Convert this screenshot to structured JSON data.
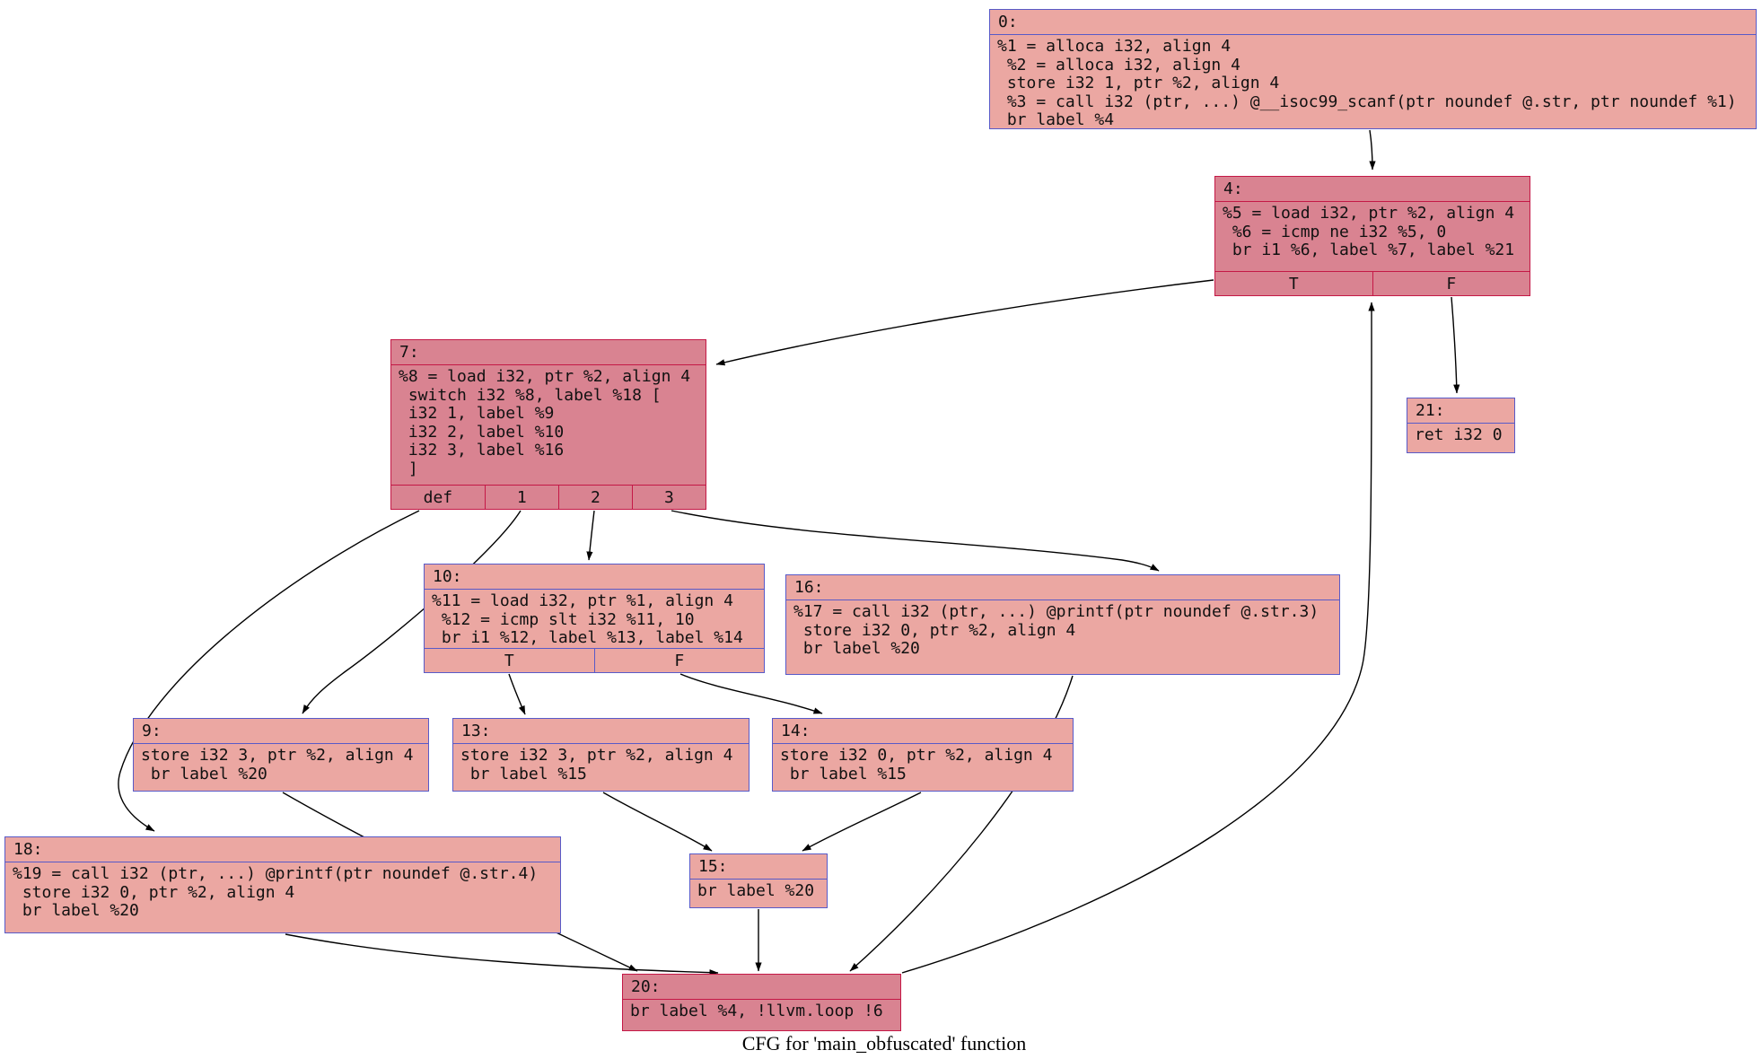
{
  "caption": "CFG for 'main_obfuscated' function",
  "colors": {
    "background": "#ffffff",
    "cold_node_fill": "#eba7a2",
    "cold_node_border": "#585ac8",
    "hot_node_fill": "#d98391",
    "hot_node_border": "#c41846",
    "edge": "#000000",
    "text": "#111111"
  },
  "nodes": {
    "b0": {
      "title": "0:",
      "lines": [
        "%1 = alloca i32, align 4",
        " %2 = alloca i32, align 4",
        " store i32 1, ptr %2, align 4",
        " %3 = call i32 (ptr, ...) @__isoc99_scanf(ptr noundef @.str, ptr noundef %1)",
        " br label %4"
      ]
    },
    "b4": {
      "title": "4:",
      "lines": [
        "%5 = load i32, ptr %2, align 4",
        " %6 = icmp ne i32 %5, 0",
        " br i1 %6, label %7, label %21"
      ],
      "ports": [
        "T",
        "F"
      ]
    },
    "b7": {
      "title": "7:",
      "lines": [
        "%8 = load i32, ptr %2, align 4",
        " switch i32 %8, label %18 [",
        " i32 1, label %9",
        " i32 2, label %10",
        " i32 3, label %16",
        " ]"
      ],
      "ports": [
        "def",
        "1",
        "2",
        "3"
      ]
    },
    "b21": {
      "title": "21:",
      "lines": [
        "ret i32 0"
      ]
    },
    "b10": {
      "title": "10:",
      "lines": [
        "%11 = load i32, ptr %1, align 4",
        " %12 = icmp slt i32 %11, 10",
        " br i1 %12, label %13, label %14"
      ],
      "ports": [
        "T",
        "F"
      ]
    },
    "b16": {
      "title": "16:",
      "lines": [
        "%17 = call i32 (ptr, ...) @printf(ptr noundef @.str.3)",
        " store i32 0, ptr %2, align 4",
        " br label %20"
      ]
    },
    "b9": {
      "title": "9:",
      "lines": [
        "store i32 3, ptr %2, align 4",
        " br label %20"
      ]
    },
    "b13": {
      "title": "13:",
      "lines": [
        "store i32 3, ptr %2, align 4",
        " br label %15"
      ]
    },
    "b14": {
      "title": "14:",
      "lines": [
        "store i32 0, ptr %2, align 4",
        " br label %15"
      ]
    },
    "b18": {
      "title": "18:",
      "lines": [
        "%19 = call i32 (ptr, ...) @printf(ptr noundef @.str.4)",
        " store i32 0, ptr %2, align 4",
        " br label %20"
      ]
    },
    "b15": {
      "title": "15:",
      "lines": [
        "br label %20"
      ]
    },
    "b20": {
      "title": "20:",
      "lines": [
        "br label %4, !llvm.loop !6"
      ]
    }
  },
  "edges": [
    {
      "from": "0",
      "to": "4"
    },
    {
      "from": "4:T",
      "to": "7"
    },
    {
      "from": "4:F",
      "to": "21"
    },
    {
      "from": "7:def",
      "to": "18"
    },
    {
      "from": "7:1",
      "to": "9"
    },
    {
      "from": "7:2",
      "to": "10"
    },
    {
      "from": "7:3",
      "to": "16"
    },
    {
      "from": "10:T",
      "to": "13"
    },
    {
      "from": "10:F",
      "to": "14"
    },
    {
      "from": "9",
      "to": "20"
    },
    {
      "from": "13",
      "to": "15"
    },
    {
      "from": "14",
      "to": "15"
    },
    {
      "from": "16",
      "to": "20"
    },
    {
      "from": "18",
      "to": "20"
    },
    {
      "from": "15",
      "to": "20"
    },
    {
      "from": "20",
      "to": "4"
    }
  ]
}
